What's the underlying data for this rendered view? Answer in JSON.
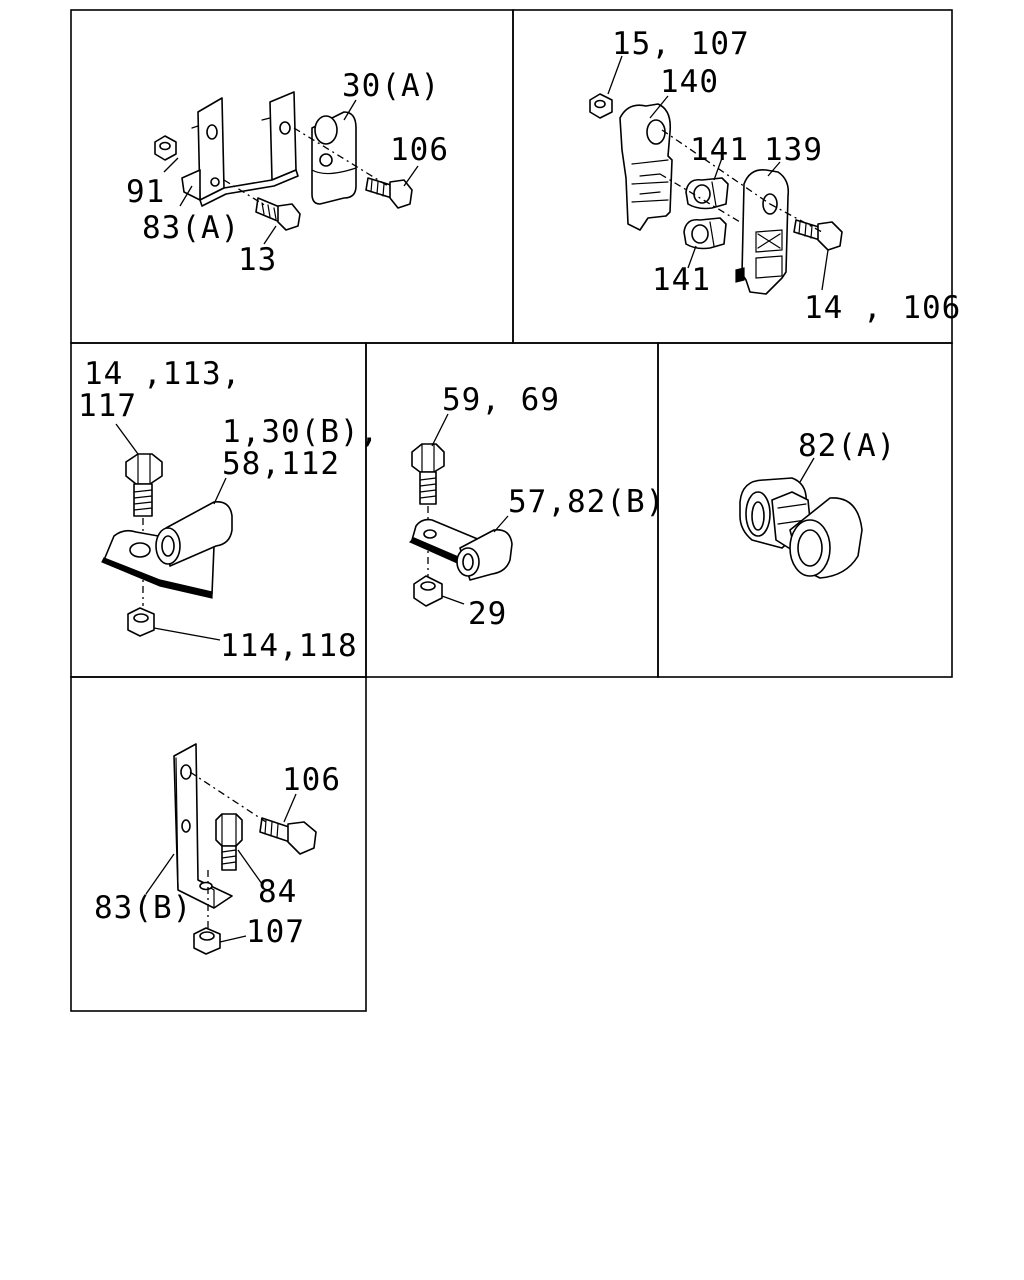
{
  "panels": {
    "p1": {
      "labels": {
        "a": "30(A)",
        "b": "106",
        "c": "91",
        "d": "83(A)",
        "e": "13"
      }
    },
    "p2": {
      "labels": {
        "a": "15, 107",
        "b": "140",
        "c": "141",
        "d": "139",
        "e": "141",
        "f": "14 , 106"
      }
    },
    "p3": {
      "labels": {
        "a": "14 ,113,",
        "b": "117",
        "c": "1,30(B),",
        "d": "58,112",
        "e": "114,118"
      }
    },
    "p4": {
      "labels": {
        "a": "59,  69",
        "b": "57,82(B)",
        "c": "29"
      }
    },
    "p5": {
      "labels": {
        "a": "82(A)"
      }
    },
    "p6": {
      "labels": {
        "a": "106",
        "b": "84",
        "c": "83(B)",
        "d": "107"
      }
    }
  }
}
